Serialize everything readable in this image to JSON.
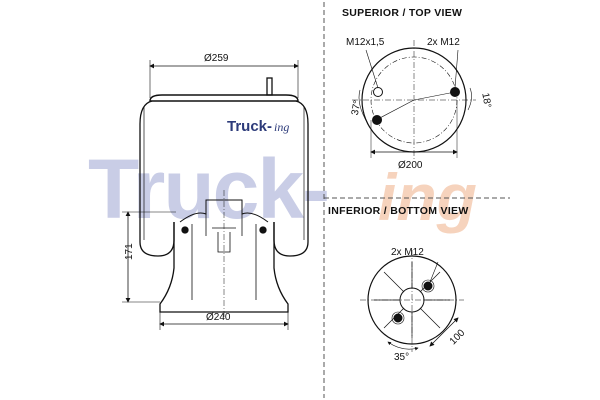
{
  "watermark": {
    "main": "Truck-",
    "suffix": "ing",
    "main_color": "#c9cde6",
    "suffix_color": "#f6d3bd"
  },
  "logo": {
    "main": "Truck-",
    "suffix": "ing",
    "color": "#2d3b7a"
  },
  "side_view": {
    "top_diameter": "Ø259",
    "height": "171",
    "bottom_diameter": "Ø240"
  },
  "top_view": {
    "title": "SUPERIOR / TOP VIEW",
    "thread_center": "M12x1,5",
    "thread_pair": "2x M12",
    "angle_left": "37°",
    "angle_right": "18°",
    "pitch_diameter": "Ø200"
  },
  "bottom_view": {
    "title": "INFERIOR / BOTTOM VIEW",
    "thread_pair": "2x M12",
    "angle": "35°",
    "spacing": "100"
  }
}
